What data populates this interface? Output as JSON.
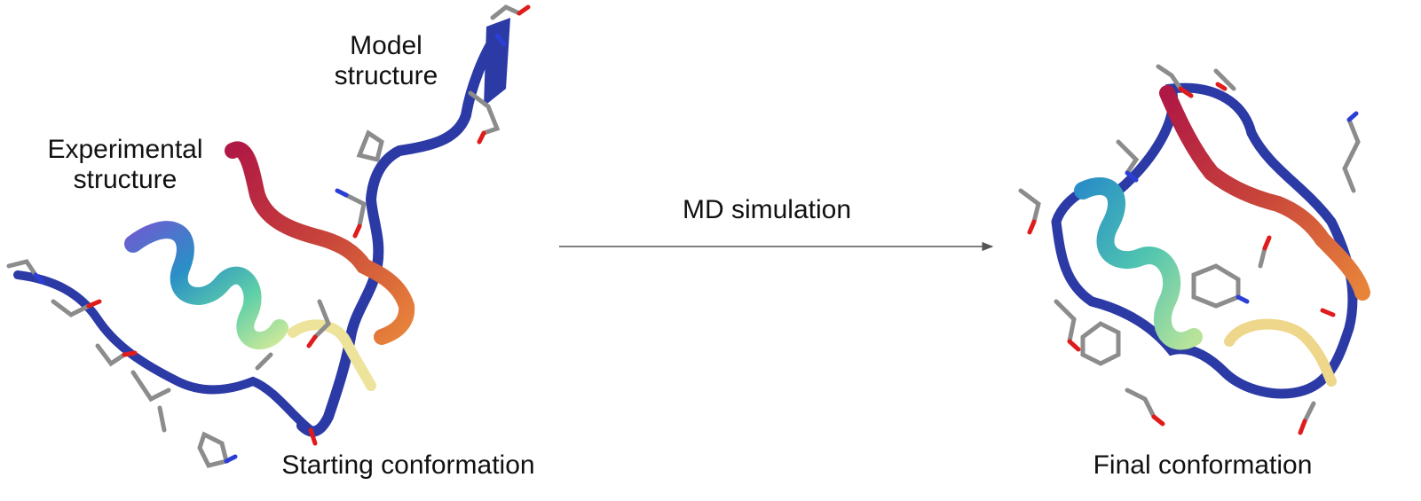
{
  "labels": {
    "model": [
      "Model",
      "structure"
    ],
    "experimental": [
      "Experimental",
      "structure"
    ],
    "starting": "Starting conformation",
    "process": "MD simulation",
    "final": "Final conformation"
  },
  "colors": {
    "stick": "#8c8c8c",
    "oxygen": "#e01b1b",
    "nitrogen": "#2b3fd6",
    "arrow": "#555555"
  }
}
